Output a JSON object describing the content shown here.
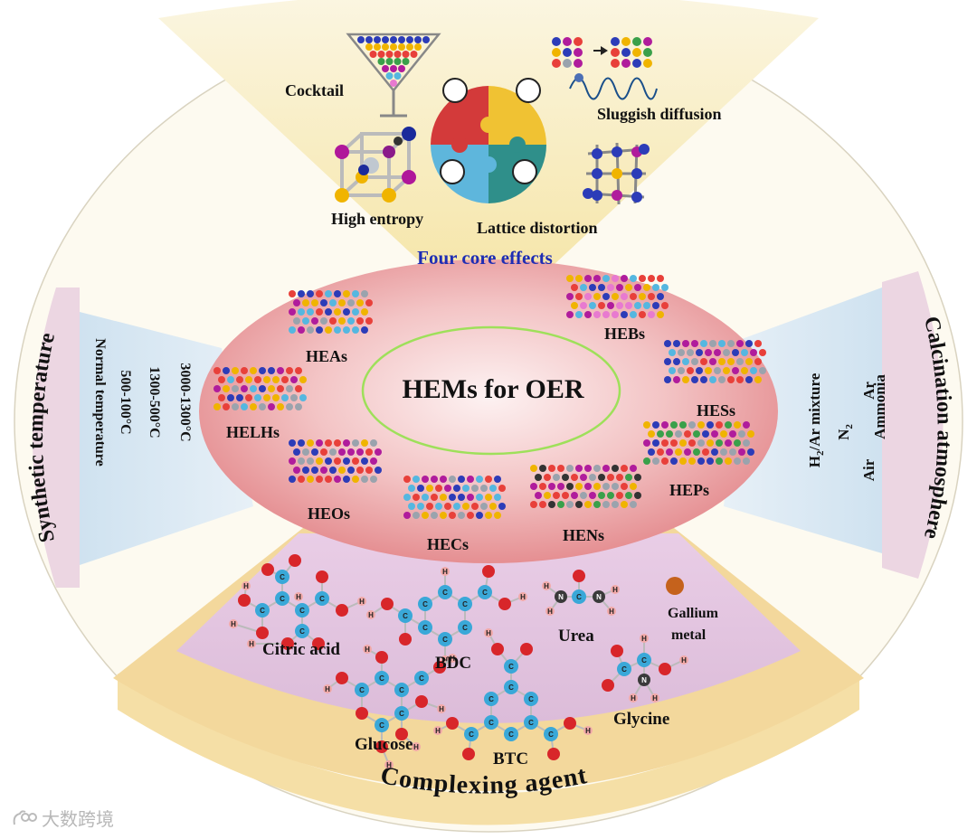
{
  "top_section": {
    "title": "Four core effects",
    "items": [
      "Cocktail",
      "Sluggish diffusion",
      "High entropy",
      "Lattice distortion"
    ]
  },
  "center": {
    "title": "HEMs for OER",
    "materials": [
      "HEAs",
      "HEBs",
      "HELHs",
      "HESs",
      "HEPs",
      "HEOs",
      "HECs",
      "HENs"
    ]
  },
  "left_section": {
    "title": "Synthetic temperature",
    "lines": [
      "3000-1300°C",
      "1300-500°C",
      "500-100°C",
      "Normal temperature"
    ]
  },
  "right_section": {
    "title": "Calcination atmosphere",
    "lines": [
      "H2/Ar mixture",
      "Ar",
      "N2",
      "Ammonia",
      "Air"
    ]
  },
  "bottom_section": {
    "title": "Complexing agent",
    "agents": [
      "Citric acid",
      "BDC",
      "Urea",
      "Gallium",
      "metal",
      "Glucose",
      "BTC",
      "Glycine"
    ]
  },
  "atom_labels": {
    "carbon": "C",
    "hydrogen": "H",
    "nitrogen": "N"
  },
  "watermark": "大数跨境",
  "colors": {
    "outer_bg": "#fdf9ec",
    "top_fan": "#f6e7a6",
    "center_ellipse": "#eba0a2",
    "center_ring": "#9ee05a",
    "side_band": "#dce9f3",
    "side_title_band": "#ecd6e2",
    "bottom_fan": "#e4c5e0",
    "bottom_band": "#f5dfa6",
    "title_blue": "#1e2db4"
  }
}
